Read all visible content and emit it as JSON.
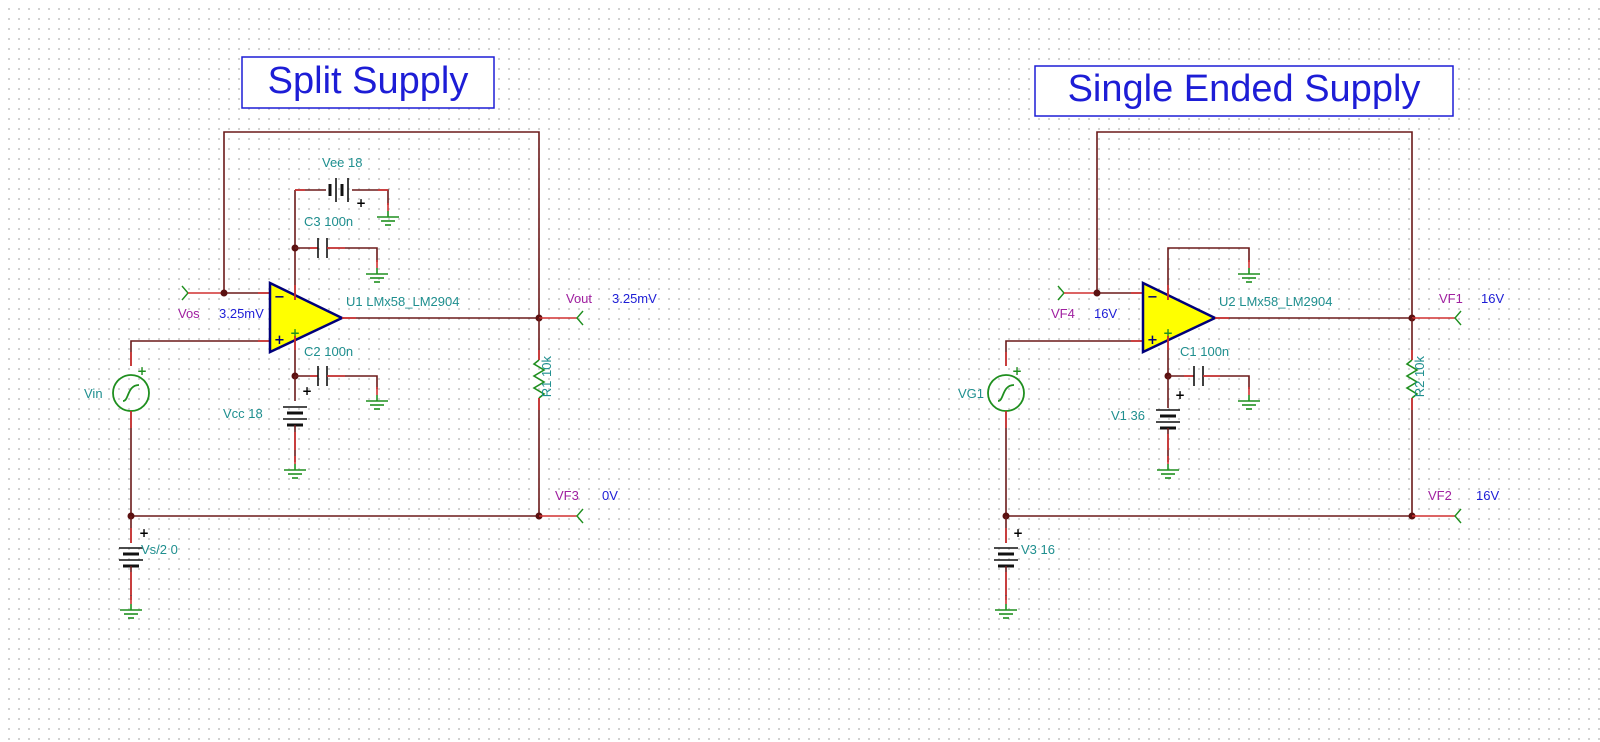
{
  "titles": {
    "split": "Split Supply",
    "single": "Single Ended Supply"
  },
  "split": {
    "opamp": "U1 LMx58_LM2904",
    "vee": "Vee 18",
    "c3": "C3 100n",
    "c2": "C2 100n",
    "vcc": "Vcc 18",
    "r1": "R1 10k",
    "vin": "Vin",
    "vs2": "Vs/2 0",
    "vos_name": "Vos",
    "vos_value": "3.25mV",
    "vout_name": "Vout",
    "vout_value": "3.25mV",
    "vf3_name": "VF3",
    "vf3_value": "0V"
  },
  "single": {
    "opamp": "U2 LMx58_LM2904",
    "c1": "C1 100n",
    "v1": "V1 36",
    "r2": "R2 10k",
    "vg1": "VG1",
    "v3": "V3 16",
    "vf4_name": "VF4",
    "vf4_value": "16V",
    "vf1_name": "VF1",
    "vf1_value": "16V",
    "vf2_name": "VF2",
    "vf2_value": "16V"
  },
  "colors": {
    "wire": "#6b1a1a",
    "ground": "#1f8f1f",
    "opamp_fill": "#ffff00",
    "opamp_stroke": "#00007a",
    "component_label": "#1f8f8f",
    "probe_name": "#a020a0",
    "probe_value": "#1d1dd6",
    "title": "#1d1dd6"
  }
}
